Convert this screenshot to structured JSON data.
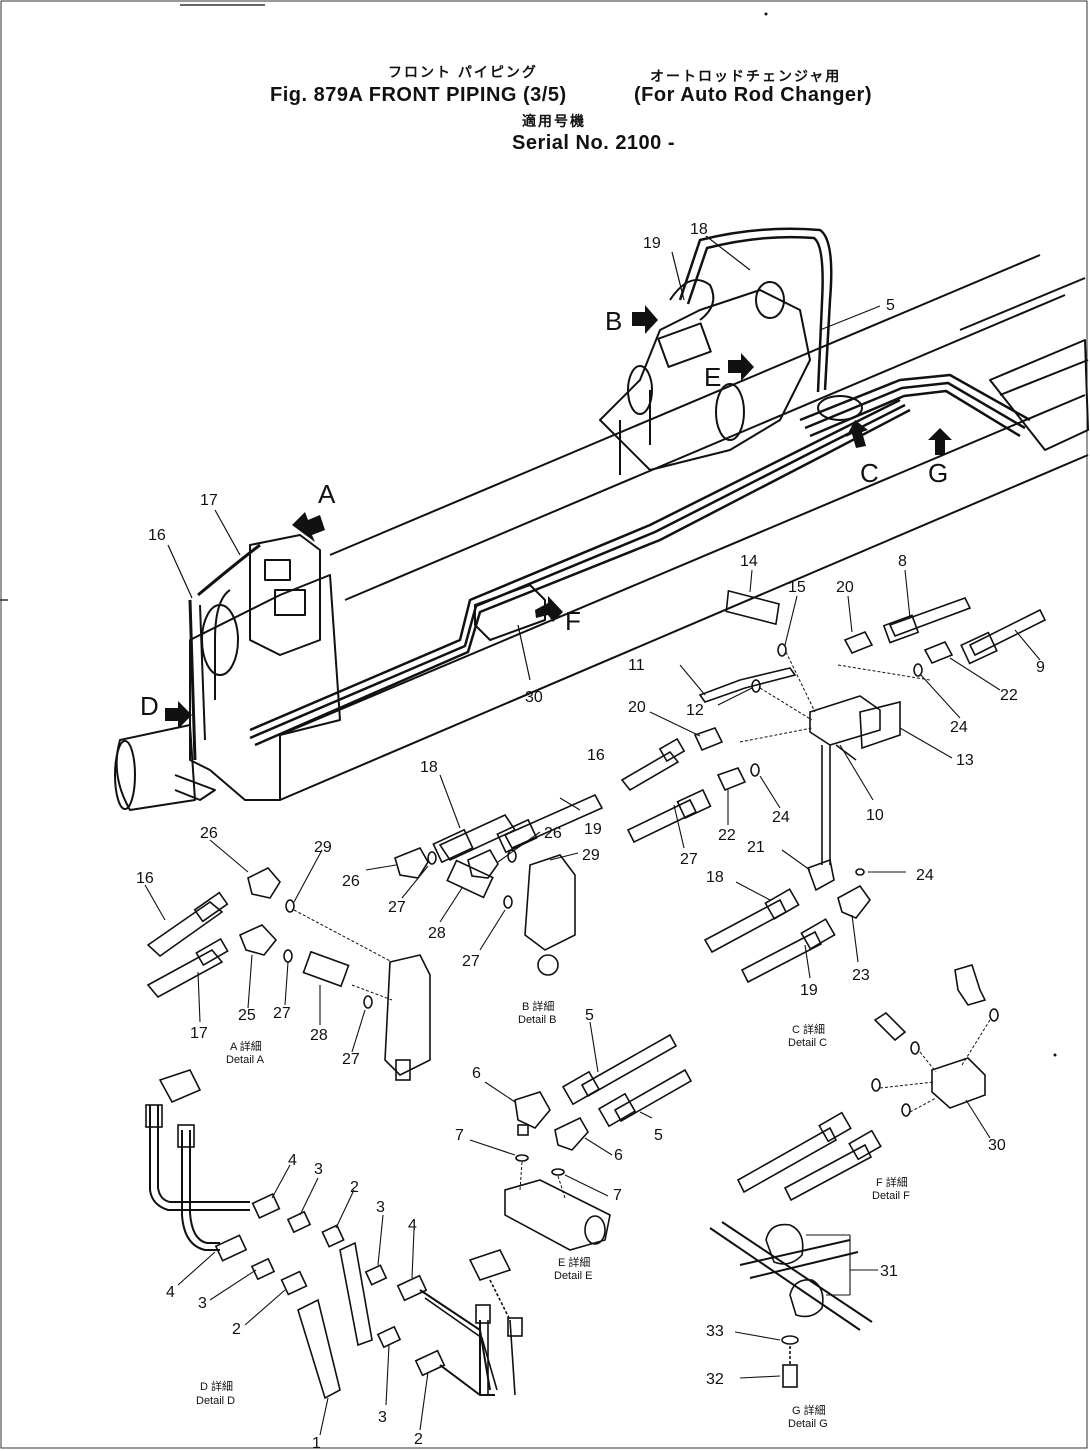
{
  "header": {
    "jp_title": "フロント パイピング",
    "title": "Fig. 879A FRONT PIPING (3/5)",
    "jp_note": "オートロッドチェンジャ用",
    "note": "(For Auto Rod Changer)",
    "jp_serial": "適用号機",
    "serial": "Serial No. 2100 -"
  },
  "arrows": {
    "A": "A",
    "B": "B",
    "C": "C",
    "D": "D",
    "E": "E",
    "F": "F",
    "G": "G"
  },
  "callouts": {
    "c1": "1",
    "c2a": "2",
    "c2b": "2",
    "c2c": "2",
    "c3a": "3",
    "c3b": "3",
    "c3c": "3",
    "c3d": "3",
    "c4a": "4",
    "c4b": "4",
    "c4c": "4",
    "c5a": "5",
    "c5b": "5",
    "c5c": "5",
    "c6a": "6",
    "c6b": "6",
    "c7a": "7",
    "c7b": "7",
    "c8": "8",
    "c9": "9",
    "c10": "10",
    "c11": "11",
    "c12": "12",
    "c13": "13",
    "c14": "14",
    "c15": "15",
    "c16a": "16",
    "c16b": "16",
    "c16c": "16",
    "c17a": "17",
    "c17b": "17",
    "c18a": "18",
    "c18b": "18",
    "c18c": "18",
    "c19a": "19",
    "c19b": "19",
    "c19c": "19",
    "c20a": "20",
    "c20b": "20",
    "c21": "21",
    "c22a": "22",
    "c22b": "22",
    "c23": "23",
    "c24a": "24",
    "c24b": "24",
    "c24c": "24",
    "c25": "25",
    "c26a": "26",
    "c26b": "26",
    "c26c": "26",
    "c27a": "27",
    "c27b": "27",
    "c27c": "27",
    "c27d": "27",
    "c28a": "28",
    "c28b": "28",
    "c29a": "29",
    "c29b": "29",
    "c30a": "30",
    "c30b": "30",
    "c31": "31",
    "c32": "32",
    "c33": "33"
  },
  "details": {
    "A_jp": "A 詳細",
    "A": "Detail A",
    "B_jp": "B 詳細",
    "B": "Detail B",
    "C_jp": "C 詳細",
    "C": "Detail C",
    "D_jp": "D 詳細",
    "D": "Detail D",
    "E_jp": "E 詳細",
    "E": "Detail E",
    "F_jp": "F 詳細",
    "F": "Detail F",
    "G_jp": "G 詳細",
    "G": "Detail G"
  }
}
